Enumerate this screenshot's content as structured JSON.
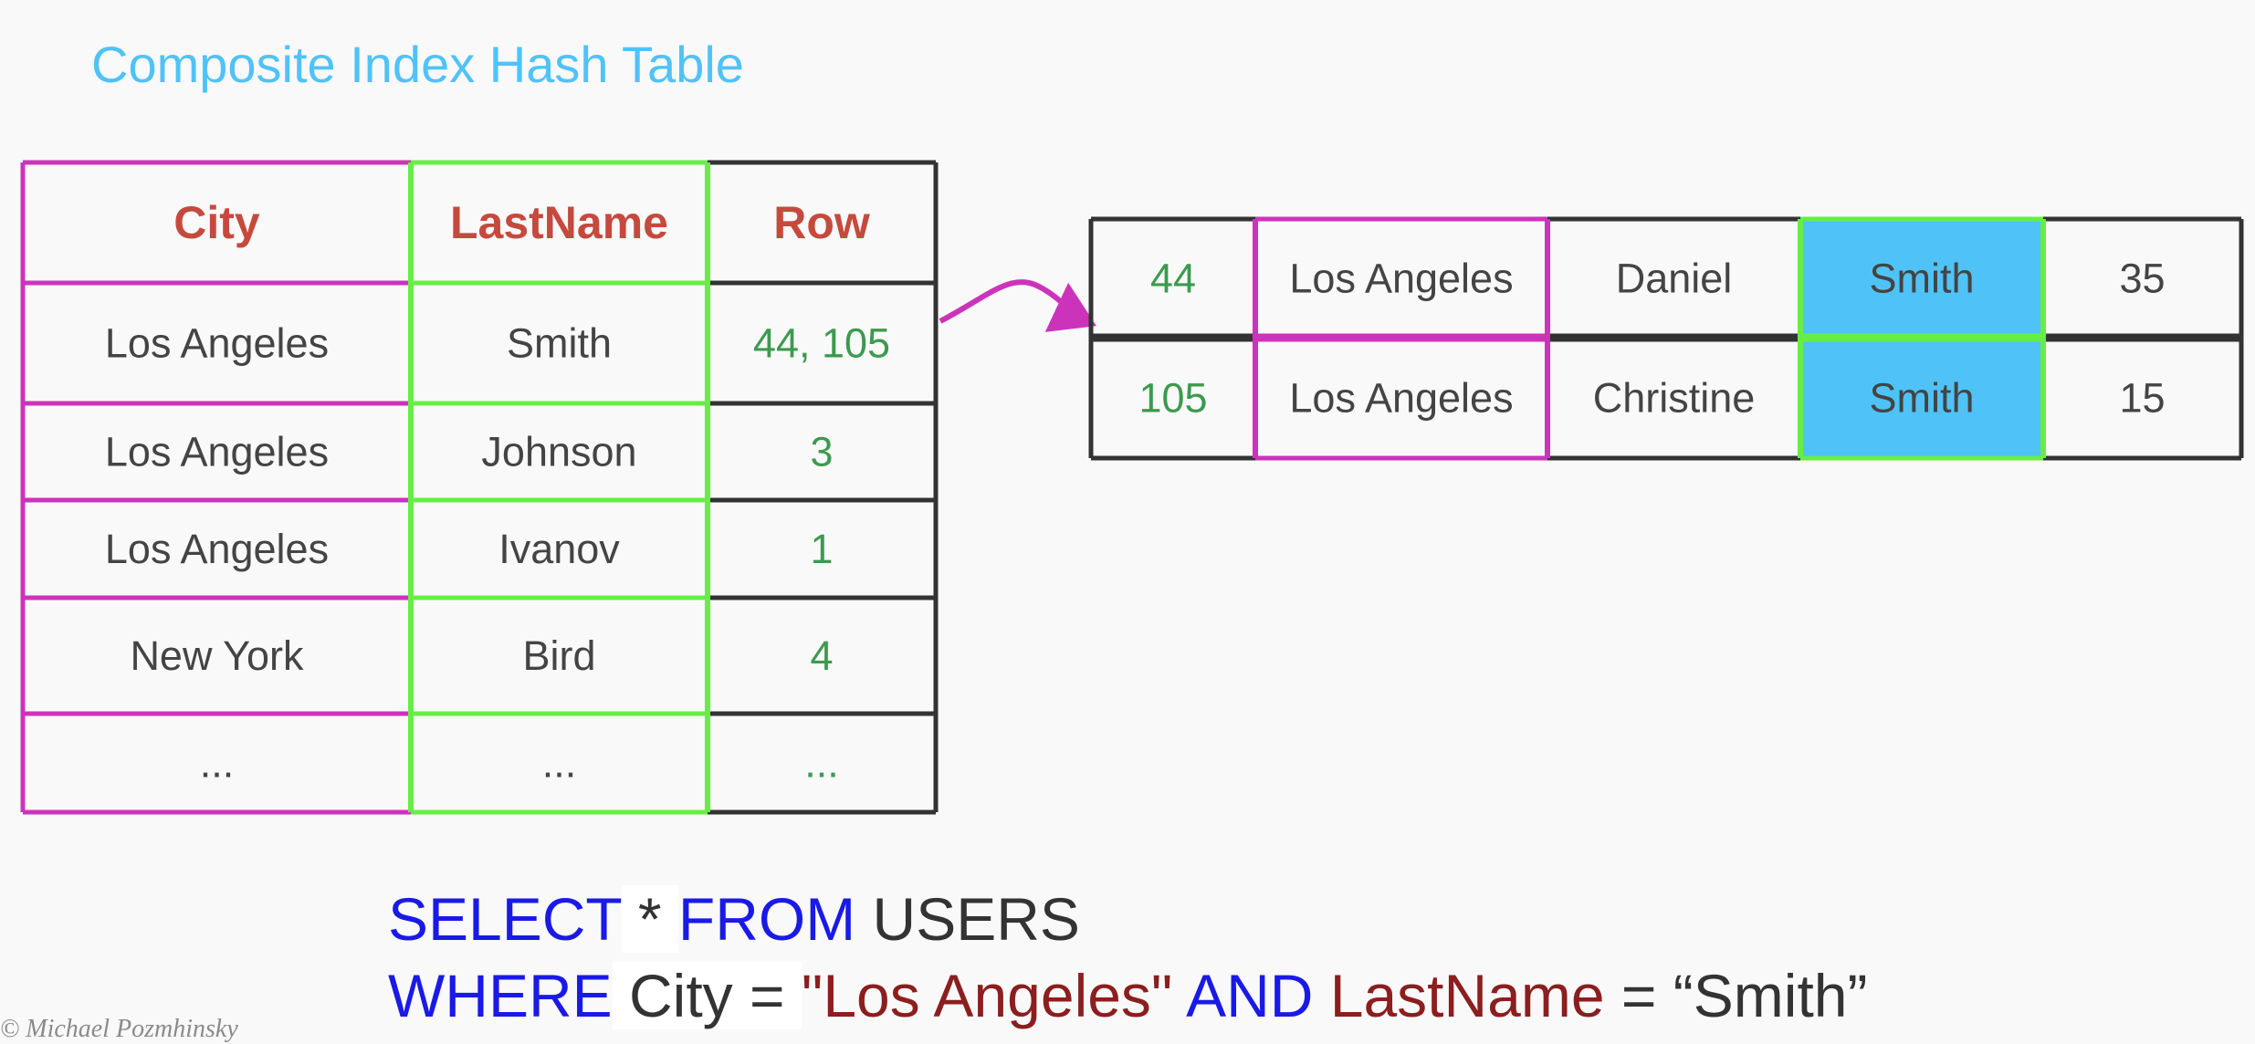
{
  "title": "Composite Index Hash Table",
  "index_table": {
    "headers": [
      "City",
      "LastName",
      "Row"
    ],
    "rows": [
      [
        "Los Angeles",
        "Smith",
        "44, 105"
      ],
      [
        "Los Angeles",
        "Johnson",
        "3"
      ],
      [
        "Los Angeles",
        "Ivanov",
        "1"
      ],
      [
        "New York",
        "Bird",
        "4"
      ],
      [
        "...",
        "...",
        "..."
      ]
    ]
  },
  "data_table": {
    "rows": [
      [
        "44",
        "Los Angeles",
        "Daniel",
        "Smith",
        "35"
      ],
      [
        "105",
        "Los Angeles",
        "Christine",
        "Smith",
        "15"
      ]
    ]
  },
  "query": {
    "select_kw": "SELECT",
    "star": " * ",
    "from_kw": "FROM",
    "table": " USERS",
    "where_kw": "WHERE",
    "city_col": " City = ",
    "city_val": "\"Los Angeles\"",
    "and_kw": " AND ",
    "last_col": "LastName",
    "eq": " = ",
    "last_val": "“Smith”"
  },
  "signature": "© Michael Pozmhinsky",
  "colors": {
    "city_border": "#cc33bb",
    "lastname_border": "#66ee44",
    "row_border": "#333333",
    "match_fill": "#4fc3f7",
    "header_text": "#c54a3d",
    "row_numbers": "#3c9a4e",
    "title": "#4fc3f7"
  }
}
